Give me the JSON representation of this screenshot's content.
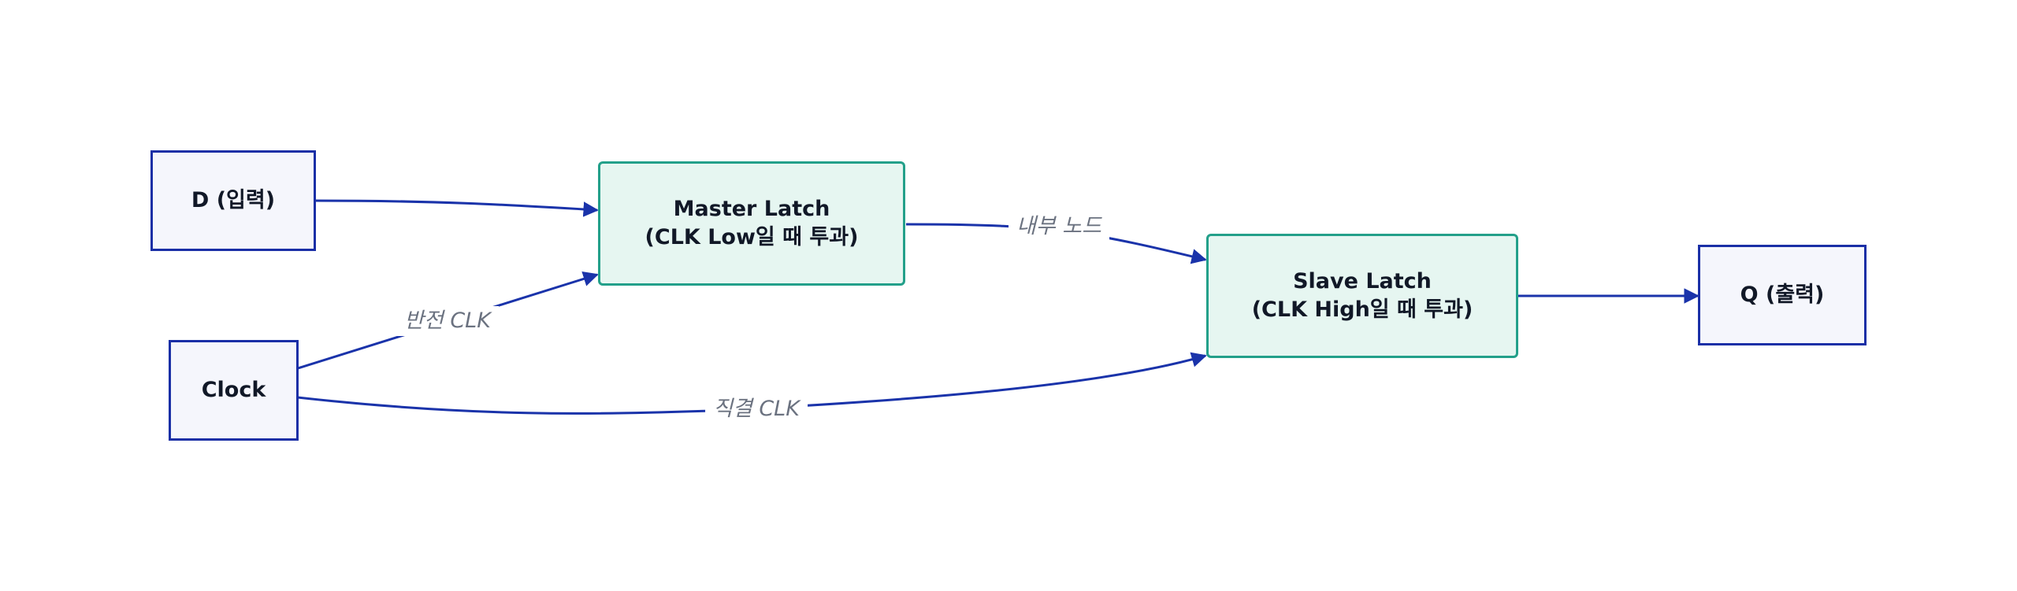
{
  "diagram": {
    "nodes": {
      "d_input": {
        "label": "D (입력)"
      },
      "clock": {
        "label": "Clock"
      },
      "master": {
        "line1": "Master Latch",
        "line2": "(CLK Low일 때 투과)"
      },
      "slave": {
        "line1": "Slave Latch",
        "line2": "(CLK High일 때 투과)"
      },
      "q_output": {
        "label": "Q (출력)"
      }
    },
    "edge_labels": {
      "inverted_clk": "반전 CLK",
      "direct_clk": "직결 CLK",
      "internal_node": "내부 노드"
    },
    "colors": {
      "edge": "#1a33aa",
      "io_border": "#1a2fa6",
      "latch_border": "#23a08a",
      "latch_fill": "#e6f6f1",
      "io_fill": "#f5f6fc"
    }
  }
}
